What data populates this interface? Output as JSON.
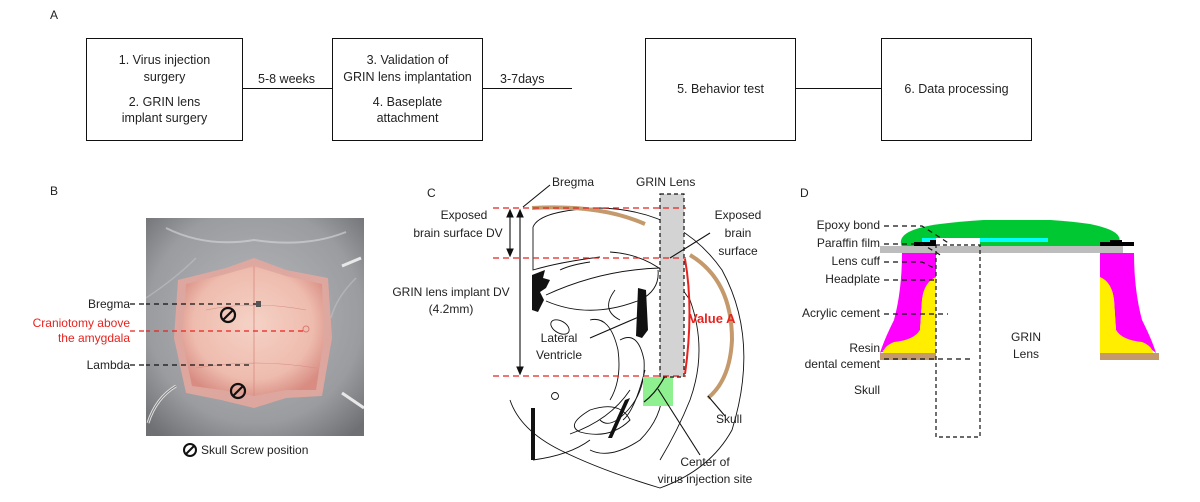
{
  "panels": {
    "a": {
      "label": "A",
      "boxes": [
        {
          "lines": [
            "1. Virus injection",
            "surgery"
          ],
          "lines2": [
            "2. GRIN lens",
            "implant surgery"
          ]
        },
        {
          "lines": [
            "3. Validation of",
            "GRIN lens implantation"
          ],
          "lines2": [
            "4. Baseplate",
            "attachment"
          ]
        },
        {
          "lines": [
            "5. Behavior test"
          ]
        },
        {
          "lines": [
            "6. Data processing"
          ]
        }
      ],
      "intervals": [
        "5-8 weeks",
        "3-7days",
        ""
      ]
    },
    "b": {
      "label": "B",
      "markers": {
        "bregma": "Bregma",
        "craniotomy": [
          "Craniotomy above",
          "the amygdala"
        ],
        "lambda": "Lambda"
      },
      "legend": "Skull Screw position",
      "colors": {
        "craniotomy_line": "#e8231f",
        "tissue": "#f0c4b8",
        "fur": "#8a8c90"
      }
    },
    "c": {
      "label": "C",
      "bregma": "Bregma",
      "grin_lens": "GRIN Lens",
      "exposed_dv": [
        "Exposed",
        "brain surface DV"
      ],
      "exposed_surface": [
        "Exposed",
        "brain",
        "surface"
      ],
      "implant_dv": [
        "GRIN lens implant DV",
        "(4.2mm)"
      ],
      "lateral_ventricle": [
        "Lateral",
        "Ventricle"
      ],
      "value_a": "Value A",
      "skull": "Skull",
      "injection_site": [
        "Center of",
        "virus injection site"
      ],
      "colors": {
        "reference_line": "#e8231f",
        "skull": "#c49a6c",
        "lens": "#d3d3d3",
        "injection": "#8ef08e"
      }
    },
    "d": {
      "label": "D",
      "layers": [
        "Epoxy bond",
        "Paraffin film",
        "Lens cuff",
        "Headplate",
        "Acrylic cement",
        "Resin",
        "dental cement",
        "Skull"
      ],
      "lens_label": [
        "GRIN",
        "Lens"
      ],
      "colors": {
        "epoxy": "#00c832",
        "paraffin": "#00ffff",
        "cuff": "#000000",
        "headplate": "#bdbdbd",
        "acrylic": "#ff00ff",
        "resin": "#ffee00",
        "skull": "#c49a6c"
      }
    }
  }
}
